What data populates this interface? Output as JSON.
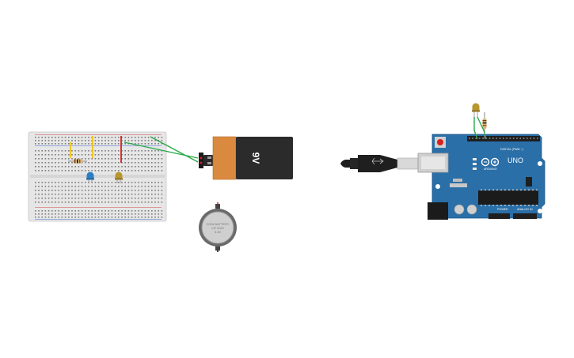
{
  "battery_9v": {
    "label": "9V",
    "color_body": "#2b2b2b",
    "color_band": "#d98a3f"
  },
  "coin_cell": {
    "line1": "COIN BATTERY",
    "line2": "CR 2032",
    "line3": "3.0V"
  },
  "arduino": {
    "model": "UNO",
    "brand": "ARDUINO",
    "digital_label": "DIGITAL (PWM ~)",
    "power_label": "POWER",
    "analog_label": "ANALOG IN",
    "board_color": "#2a6fa8"
  },
  "parts": {
    "led_blue": "#2a7fc4",
    "led_yellow": "#b8962e",
    "wire_green": "#2aa84a",
    "wire_red": "#d62020",
    "wire_yellow": "#f0c419"
  }
}
